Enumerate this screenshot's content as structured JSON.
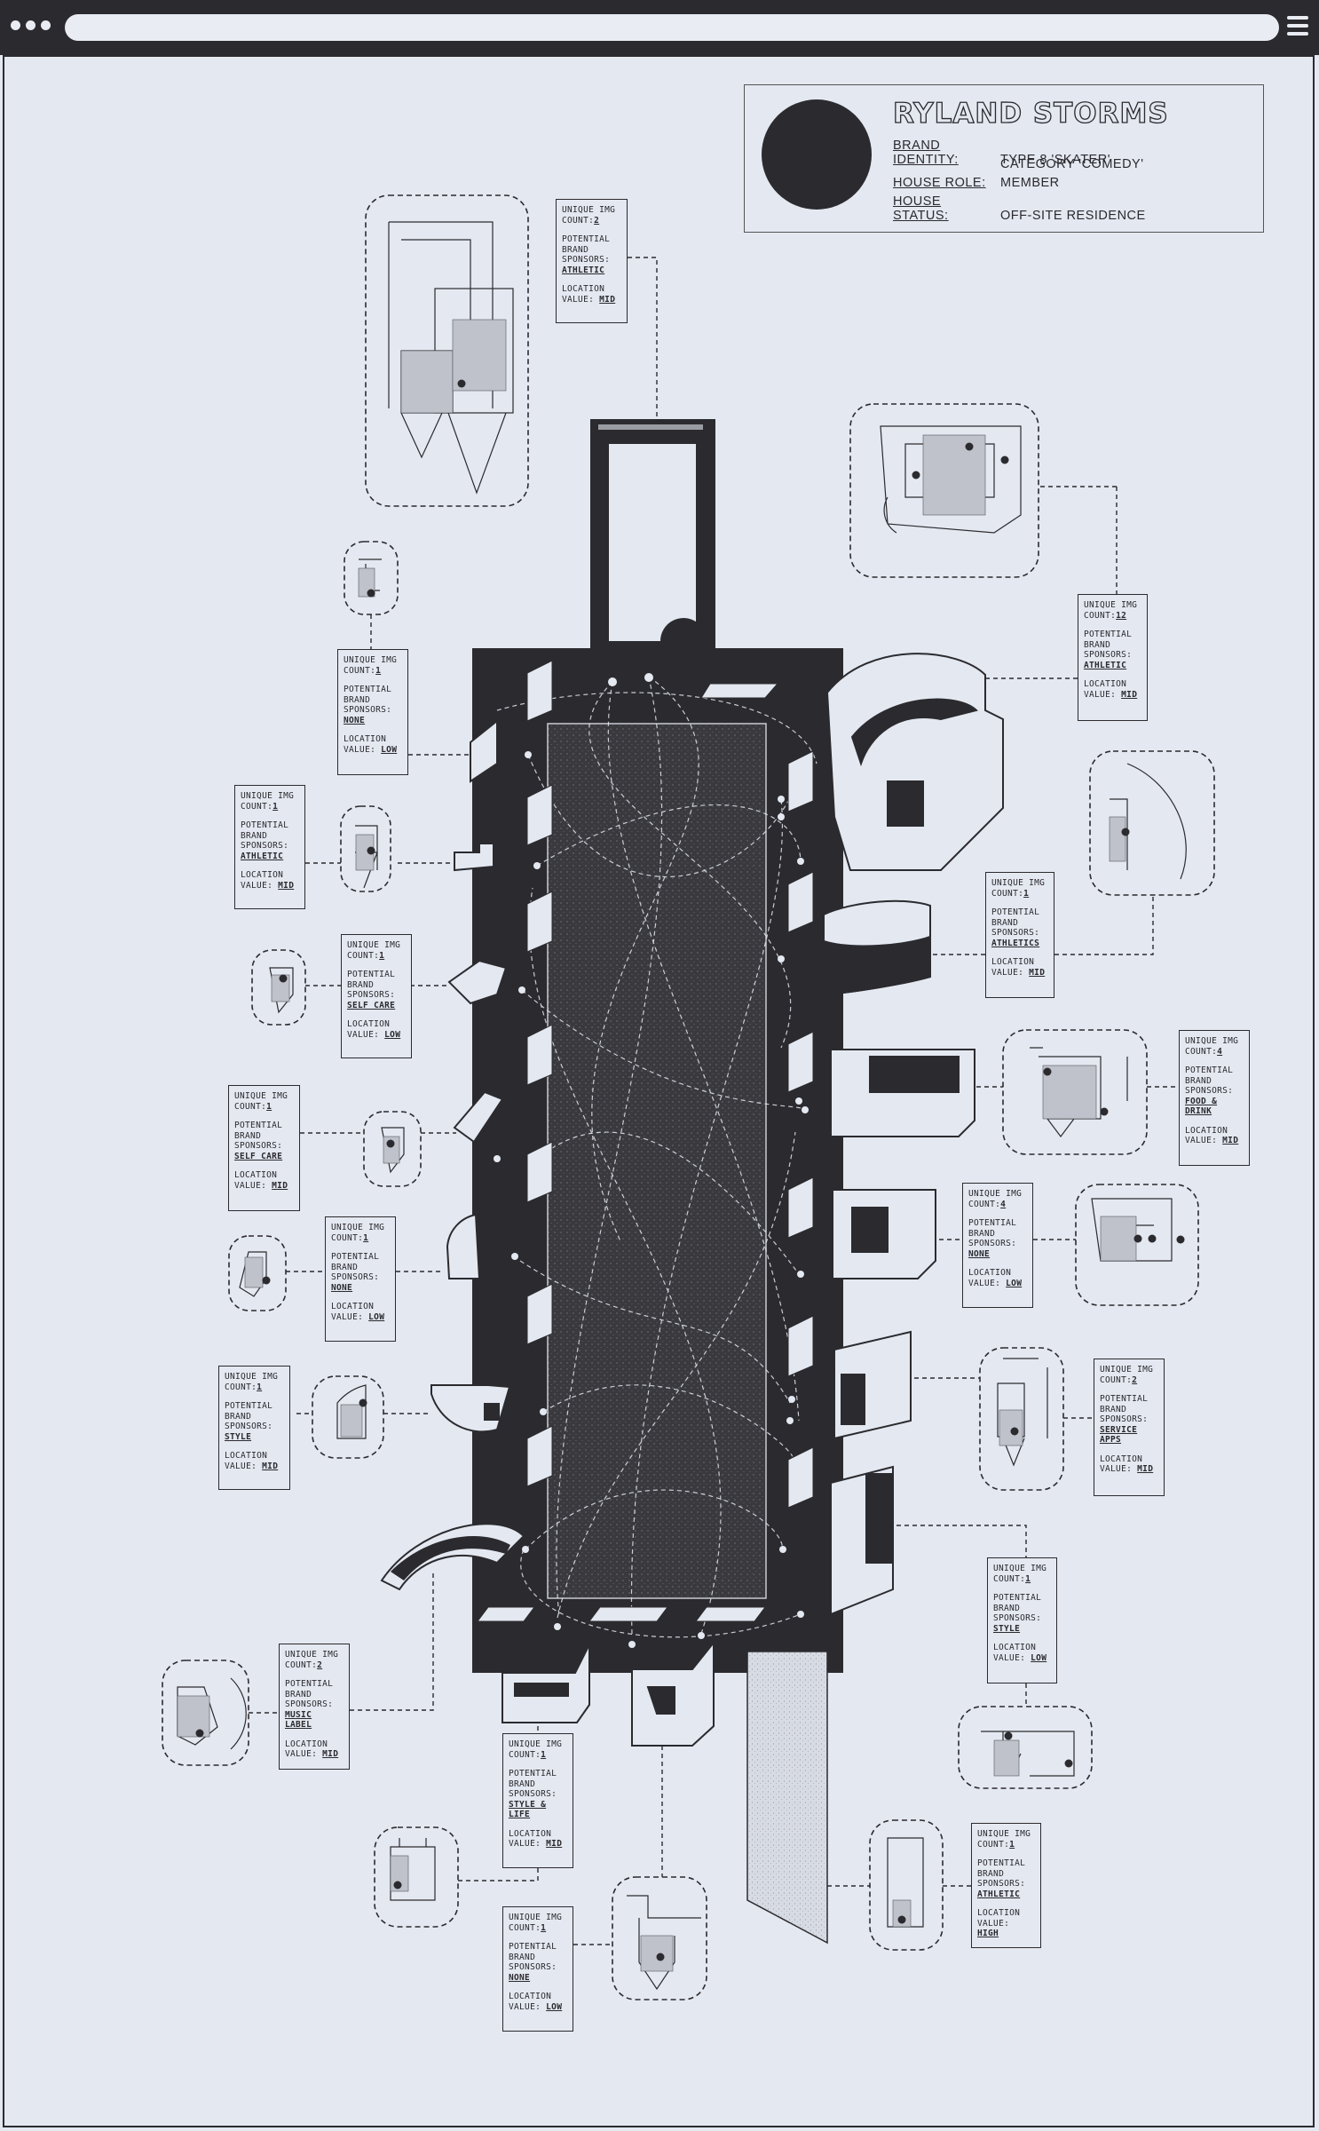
{
  "profile": {
    "name": "RYLAND STORMS",
    "rows": [
      {
        "label": "BRAND IDENTITY:",
        "value": "TYPE 8 'SKATER'"
      },
      {
        "label": "",
        "value": "CATEGORY 'COMEDY'"
      },
      {
        "label": "HOUSE ROLE:",
        "value": "MEMBER"
      },
      {
        "label": "HOUSE STATUS:",
        "value": "OFF-SITE RESIDENCE"
      }
    ]
  },
  "card_text": {
    "count_label": "UNIQUE IMG COUNT:",
    "sponsors_label": "POTENTIAL BRAND SPONSORS:",
    "location_label": "LOCATION VALUE:"
  },
  "cards": [
    {
      "count": "2",
      "sponsors": "ATHLETIC",
      "location": "MID"
    },
    {
      "count": "1",
      "sponsors": "NONE",
      "location": "LOW"
    },
    {
      "count": "12",
      "sponsors": "ATHLETIC",
      "location": "MID"
    },
    {
      "count": "1",
      "sponsors": "ATHLETIC",
      "location": "MID"
    },
    {
      "count": "1",
      "sponsors": "ATHLETICS",
      "location": "MID"
    },
    {
      "count": "1",
      "sponsors": "SELF CARE",
      "location": "LOW"
    },
    {
      "count": "4",
      "sponsors": "FOOD & DRINK",
      "location": "MID"
    },
    {
      "count": "1",
      "sponsors": "SELF CARE",
      "location": "MID"
    },
    {
      "count": "4",
      "sponsors": "NONE",
      "location": "LOW"
    },
    {
      "count": "1",
      "sponsors": "NONE",
      "location": "LOW"
    },
    {
      "count": "2",
      "sponsors": "SERVICE APPS",
      "location": "MID"
    },
    {
      "count": "1",
      "sponsors": "STYLE",
      "location": "MID"
    },
    {
      "count": "1",
      "sponsors": "STYLE",
      "location": "LOW"
    },
    {
      "count": "2",
      "sponsors": "MUSIC LABEL",
      "location": "MID"
    },
    {
      "count": "1",
      "sponsors": "STYLE & LIFE",
      "location": "MID"
    },
    {
      "count": "1",
      "sponsors": "ATHLETIC",
      "location": "HIGH"
    },
    {
      "count": "1",
      "sponsors": "NONE",
      "location": "LOW"
    }
  ]
}
